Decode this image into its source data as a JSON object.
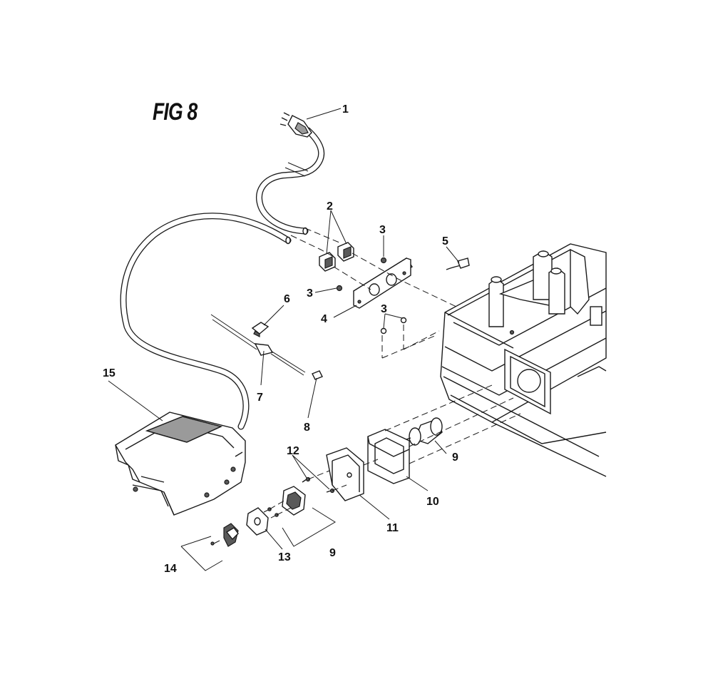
{
  "figure": {
    "title": "FIG 8"
  },
  "callouts": {
    "c1": "1",
    "c2": "2",
    "c3a": "3",
    "c3b": "3",
    "c3c": "3",
    "c4": "4",
    "c5": "5",
    "c6": "6",
    "c7": "7",
    "c8": "8",
    "c9a": "9",
    "c9b": "9",
    "c10": "10",
    "c11": "11",
    "c12": "12",
    "c13": "13",
    "c14": "14",
    "c15": "15"
  }
}
